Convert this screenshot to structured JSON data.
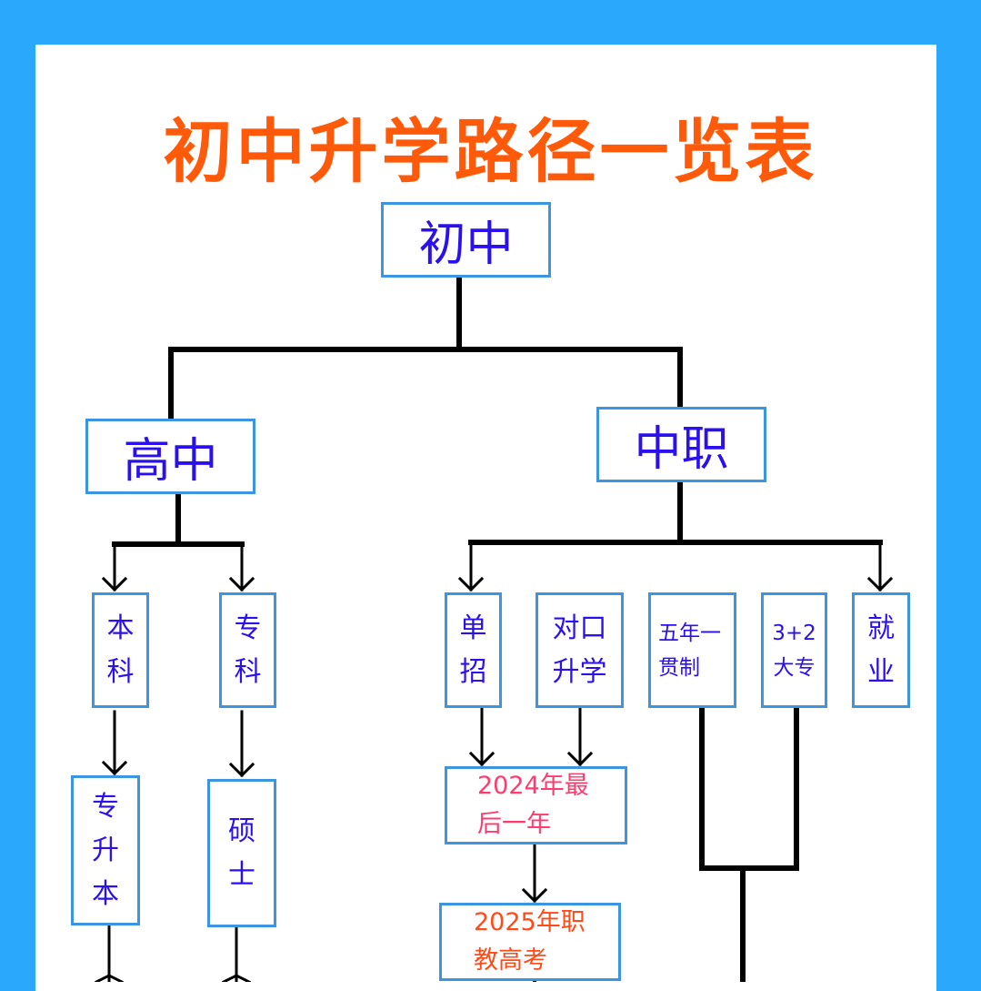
{
  "title": "初中升学路径一览表",
  "colors": {
    "background": "#2aa8fc",
    "title": "#ff5a0a",
    "box_border": "#3b95e0",
    "box_text": "#2a0ff0",
    "highlight_2024": "#ff3c6e",
    "highlight_2025": "#ff4a1a"
  },
  "nodes": {
    "root": "初中",
    "high_school": "高中",
    "vocational": "中职",
    "bachelor": "本\n科",
    "junior_college": "专\n科",
    "upgrade_to_bachelor": "专\n升\n本",
    "master": "硕\n士",
    "single_enrollment": "单\n招",
    "counterpart_admission": "对口\n升学",
    "five_year_program": "五年一\n贯制",
    "three_plus_two": "3+2\n大专",
    "employment": "就\n业",
    "last_year_2024": "2024年最\n后一年",
    "vocational_exam_2025": "2025年职\n教高考"
  }
}
